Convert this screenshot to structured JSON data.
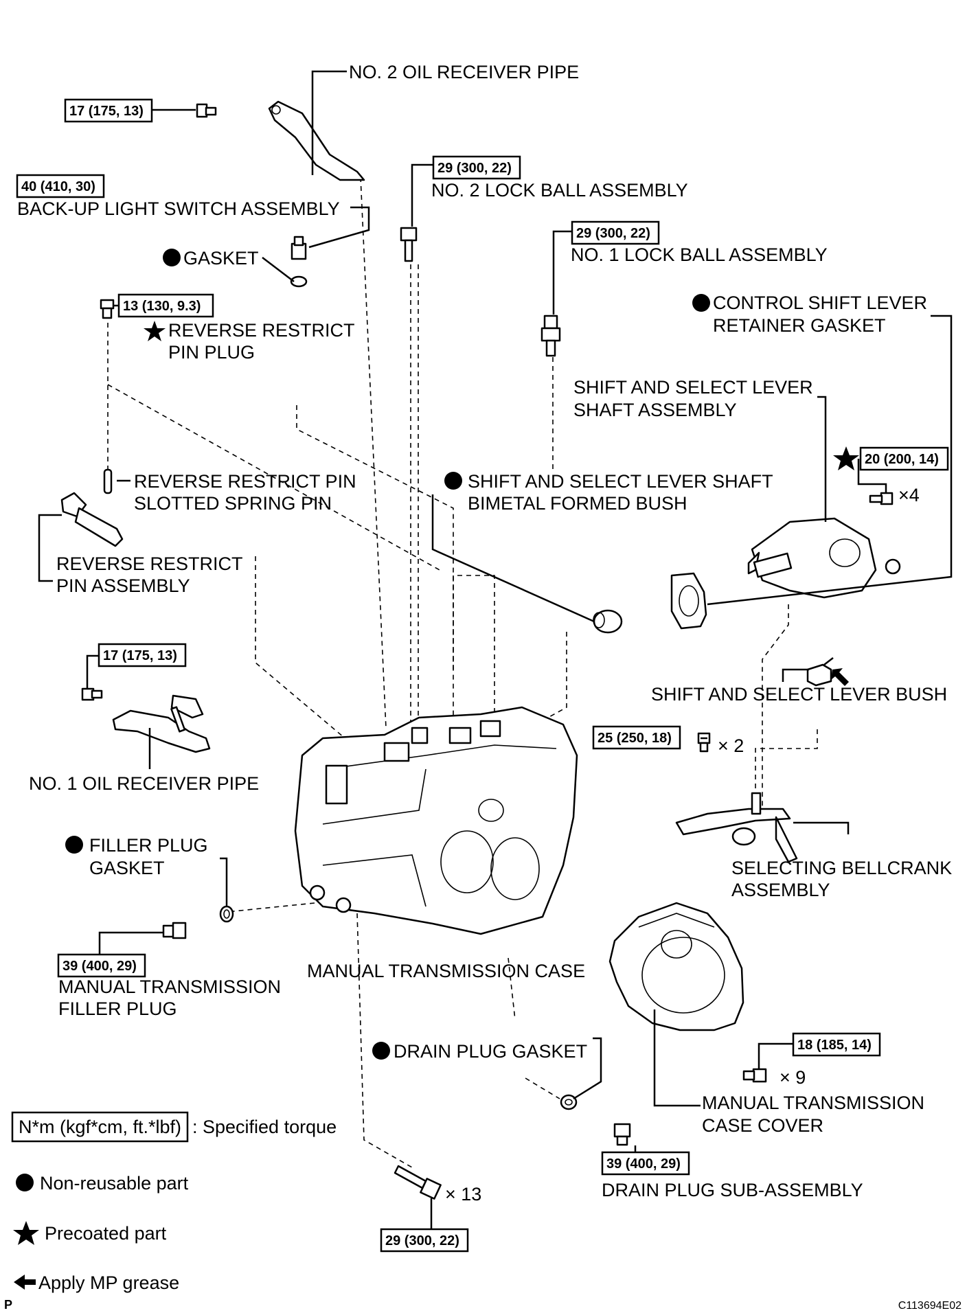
{
  "labels": {
    "no2_oil_receiver_pipe": "NO. 2 OIL RECEIVER PIPE",
    "backup_light_switch_assembly": "BACK-UP LIGHT SWITCH ASSEMBLY",
    "gasket": "GASKET",
    "reverse_restrict_pin_plug_1": "REVERSE RESTRICT",
    "reverse_restrict_pin_plug_2": "PIN PLUG",
    "no2_lock_ball_assembly": "NO. 2 LOCK BALL ASSEMBLY",
    "no1_lock_ball_assembly": "NO. 1 LOCK BALL ASSEMBLY",
    "control_shift_lever_retainer_gasket_1": "CONTROL SHIFT LEVER",
    "control_shift_lever_retainer_gasket_2": "RETAINER GASKET",
    "shift_select_lever_shaft_assembly_1": "SHIFT AND SELECT LEVER",
    "shift_select_lever_shaft_assembly_2": "SHAFT ASSEMBLY",
    "reverse_restrict_pin_slotted_1": "REVERSE RESTRICT PIN",
    "reverse_restrict_pin_slotted_2": "SLOTTED SPRING PIN",
    "bimetal_bush_1": "SHIFT AND SELECT LEVER SHAFT",
    "bimetal_bush_2": "BIMETAL FORMED BUSH",
    "reverse_restrict_pin_assembly_1": "REVERSE RESTRICT",
    "reverse_restrict_pin_assembly_2": "PIN ASSEMBLY",
    "shift_select_lever_bush": "SHIFT AND SELECT LEVER BUSH",
    "no1_oil_receiver_pipe": "NO. 1 OIL RECEIVER PIPE",
    "filler_plug_gasket_1": "FILLER PLUG",
    "filler_plug_gasket_2": "GASKET",
    "selecting_bellcrank_1": "SELECTING BELLCRANK",
    "selecting_bellcrank_2": "ASSEMBLY",
    "manual_transmission_case": "MANUAL TRANSMISSION CASE",
    "filler_plug_1": "MANUAL TRANSMISSION",
    "filler_plug_2": "FILLER PLUG",
    "drain_plug_gasket": "DRAIN PLUG GASKET",
    "case_cover_1": "MANUAL TRANSMISSION",
    "case_cover_2": "CASE COVER",
    "drain_plug_sub_assembly": "DRAIN PLUG SUB-ASSEMBLY"
  },
  "torques": {
    "t_17_a": "17 (175, 13)",
    "t_40": "40 (410, 30)",
    "t_13": "13 (130, 9.3)",
    "t_29_lock2": "29 (300, 22)",
    "t_29_lock1": "29 (300, 22)",
    "t_20": "20 (200, 14)",
    "t_17_b": "17 (175, 13)",
    "t_25": "25 (250, 18)",
    "t_39_filler": "39 (400, 29)",
    "t_18": "18 (185, 14)",
    "t_39_drain": "39 (400, 29)",
    "t_29_case": "29 (300, 22)"
  },
  "quantities": {
    "q_x4": "×4",
    "q_x2": "× 2",
    "q_x9": "× 9",
    "q_x13": "× 13"
  },
  "legend": {
    "torque_box": "N*m (kgf*cm, ft.*lbf)",
    "torque_text": ": Specified torque",
    "non_reusable": "Non-reusable part",
    "precoated": "Precoated part",
    "mp_grease": "Apply MP grease"
  },
  "footer": {
    "page_mark": "P",
    "figure_code": "C113694E02"
  }
}
